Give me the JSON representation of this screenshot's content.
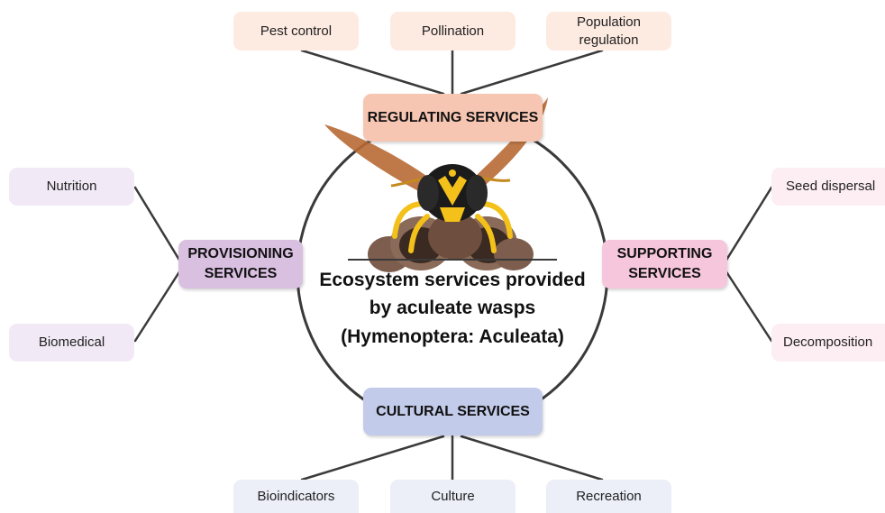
{
  "center": {
    "line1": "Ecosystem services provided",
    "line2": "by aculeate wasps",
    "line3": "(Hymenoptera: Aculeata)"
  },
  "regulating": {
    "label": "REGULATING SERVICES",
    "color": "#f7c6b3",
    "leaf_color": "#fdeae1",
    "items": [
      "Pest control",
      "Pollination",
      "Population regulation"
    ]
  },
  "provisioning": {
    "line1": "PROVISIONING",
    "line2": "SERVICES",
    "color": "#d9bfe0",
    "leaf_color": "#f1eaf6",
    "items": [
      "Nutrition",
      "Biomedical"
    ]
  },
  "supporting": {
    "line1": "SUPPORTING",
    "line2": "SERVICES",
    "color": "#f6c6dc",
    "leaf_color": "#fdeef4",
    "items": [
      "Seed dispersal",
      "Decomposition"
    ]
  },
  "cultural": {
    "label": "CULTURAL SERVICES",
    "color": "#c3cbea",
    "leaf_color": "#eceef8",
    "items": [
      "Bioindicators",
      "Culture",
      "Recreation"
    ]
  },
  "colors": {
    "connector": "#3a3a3a",
    "wasp_yellow": "#f3c11a",
    "wasp_black": "#1b1b1b",
    "wing": "#b86a35",
    "nest": "#8a6a58"
  },
  "icons": [
    "wasp-illustration",
    "nest-cells"
  ]
}
